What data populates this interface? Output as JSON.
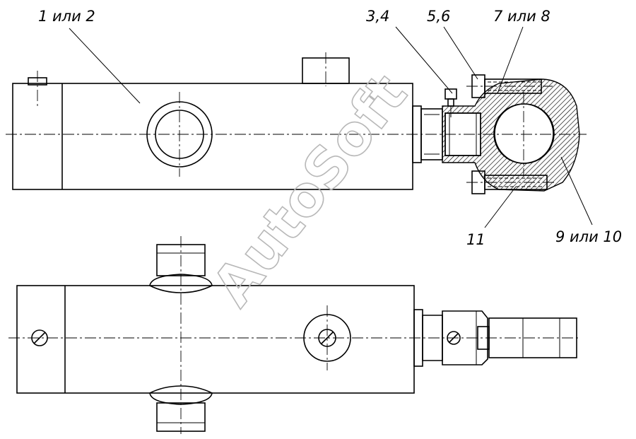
{
  "callouts": {
    "c1": "1 или 2",
    "c2": "3,4",
    "c3": "5,6",
    "c4": "7 или 8",
    "c5": "11",
    "c6": "9 или 10"
  },
  "watermark": "AutoSoft"
}
